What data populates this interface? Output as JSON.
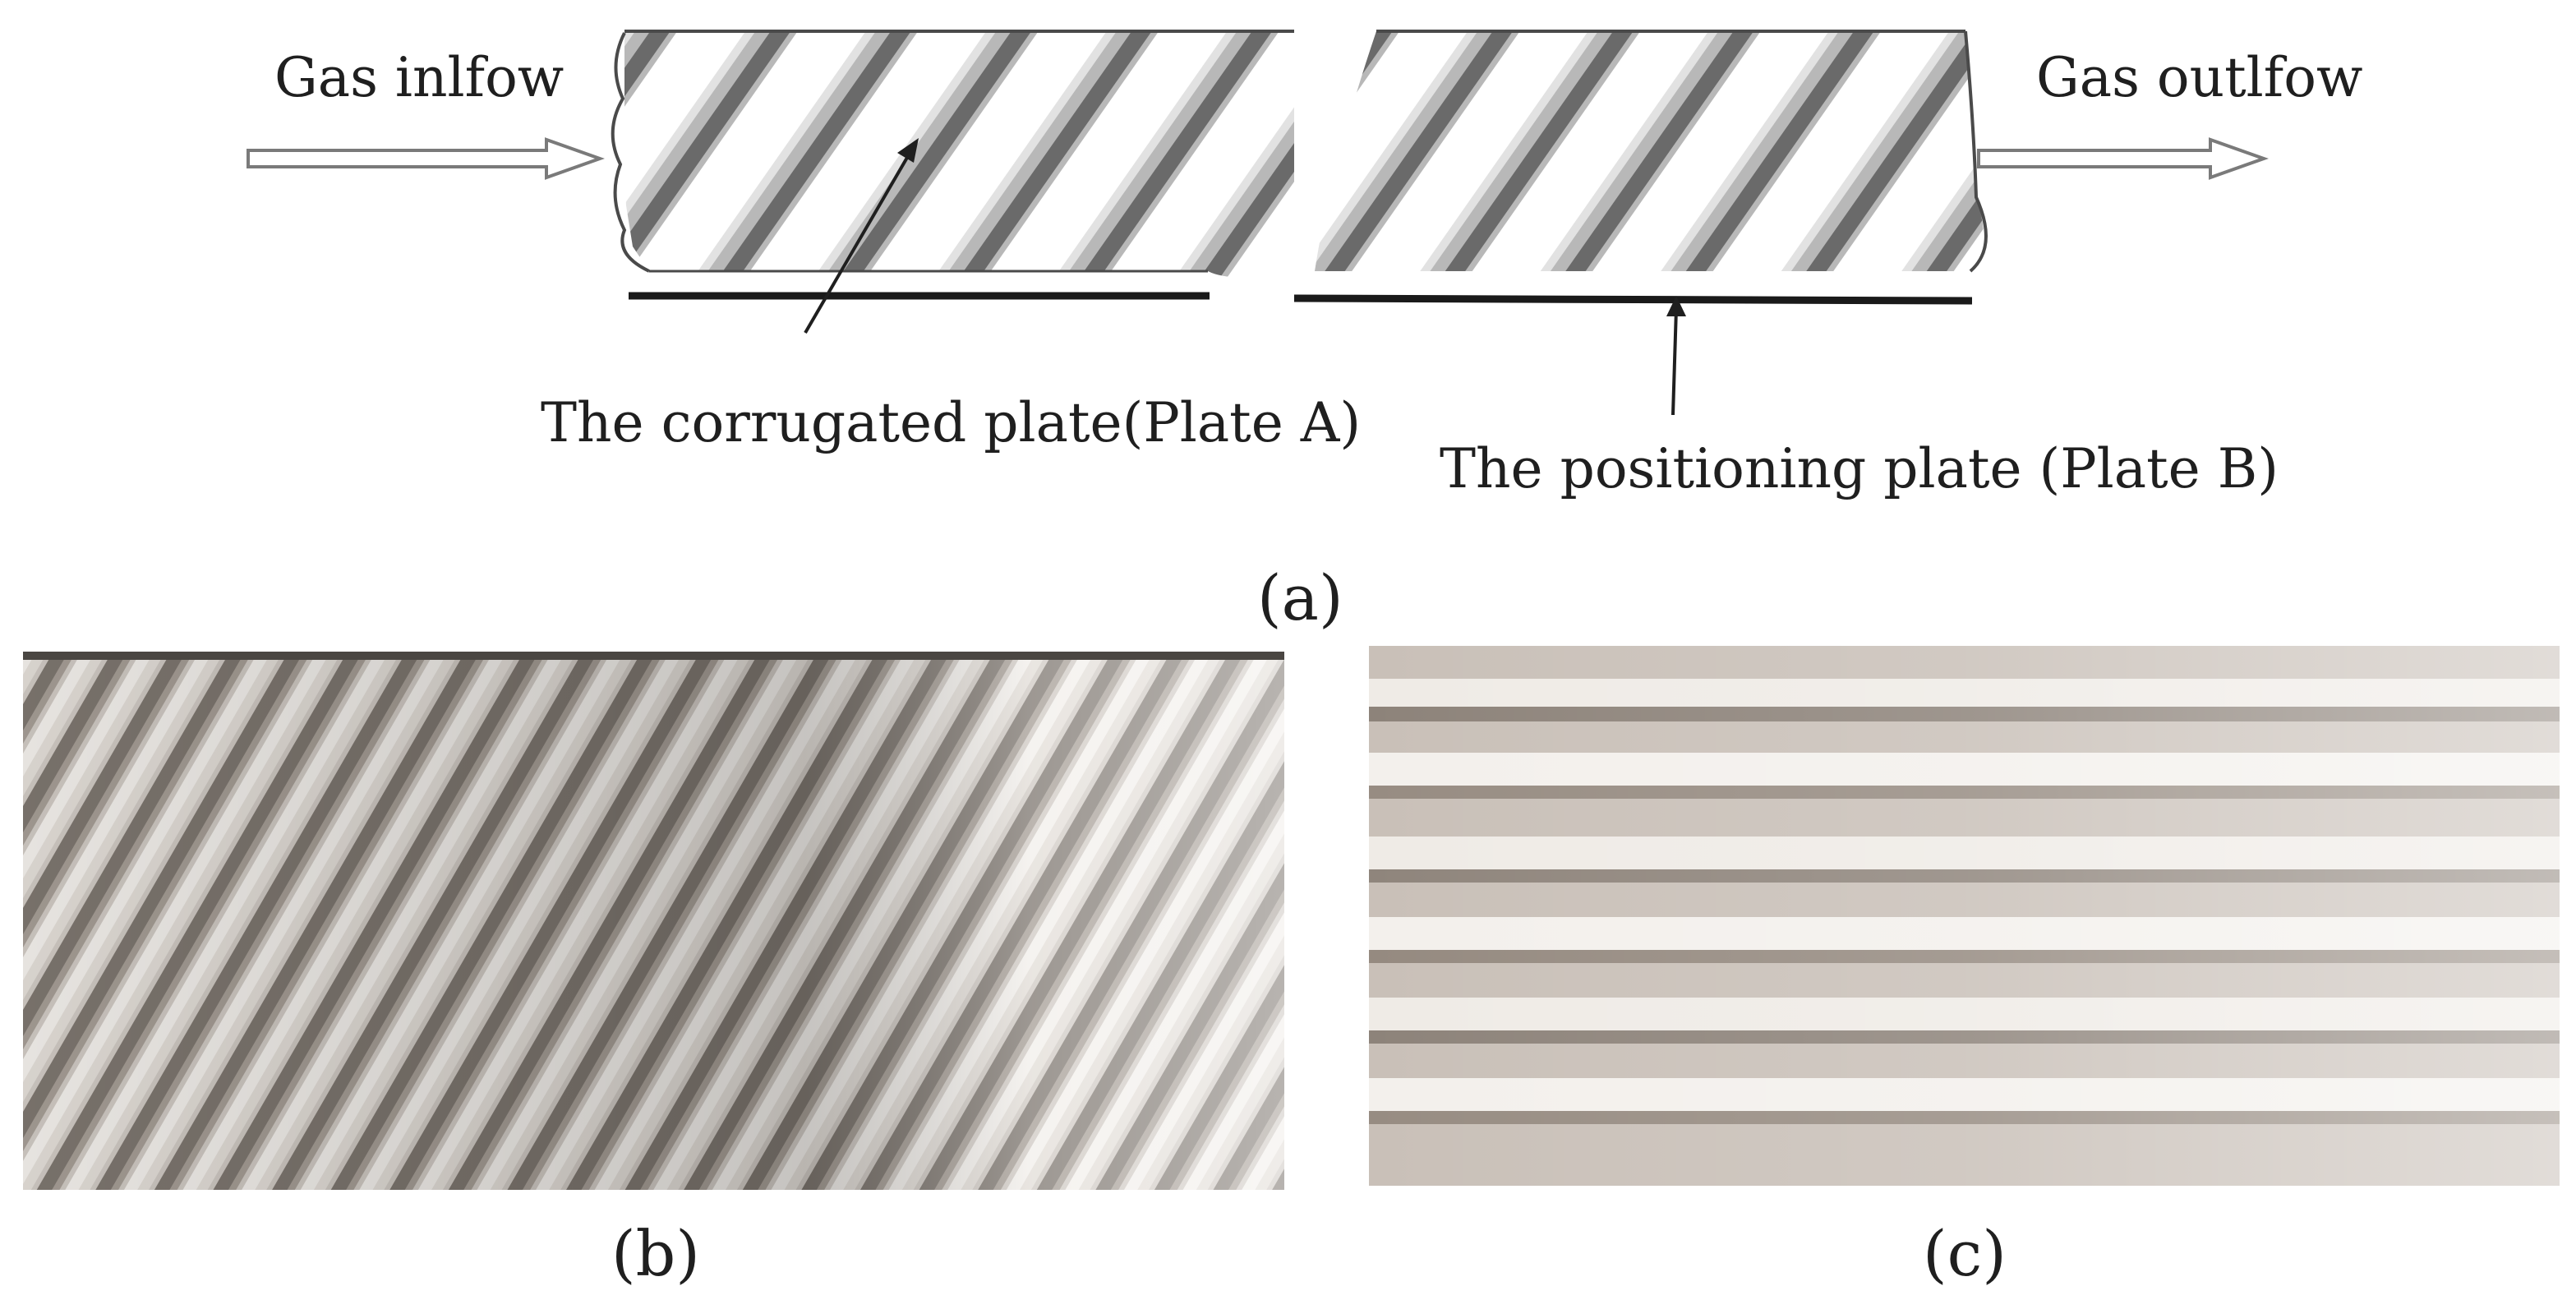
{
  "figure": {
    "panel_a": {
      "inflow_label": "Gas inlfow",
      "outflow_label": "Gas outlfow",
      "plate_a_label": "The corrugated plate(Plate A)",
      "plate_b_label": "The positioning plate (Plate B)",
      "caption": "(a)"
    },
    "panel_b": {
      "caption": "(b)"
    },
    "panel_c": {
      "caption": "(c)"
    }
  },
  "colors": {
    "line": "#1f1f1f",
    "arrow_outline": "#7a7a7a",
    "metal_light": "#e9e6e2",
    "metal_dark": "#5a5550",
    "foil_light": "#f3f1ee",
    "foil_dark": "#8c8177"
  }
}
